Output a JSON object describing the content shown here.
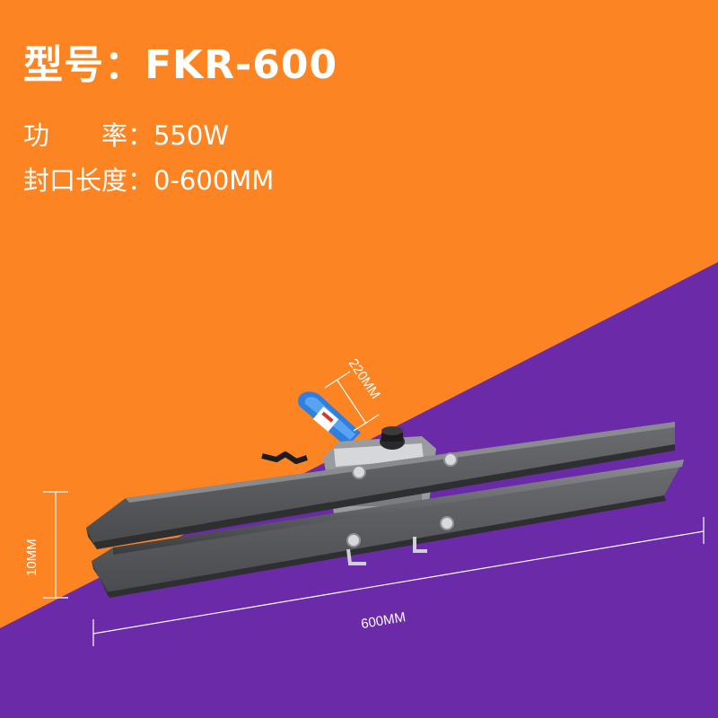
{
  "header": {
    "model": "型号：FKR-600",
    "power": "功　　率：550W",
    "seal_length": "封口长度：0-600MM"
  },
  "dimensions": {
    "width_label": "600MM",
    "height_label": "10MM",
    "depth_label": "220MM"
  },
  "colors": {
    "orange": "#FC8422",
    "purple": "#6B2BA8",
    "bar": "#5a5b5e",
    "handle": "#2f7fe0"
  }
}
